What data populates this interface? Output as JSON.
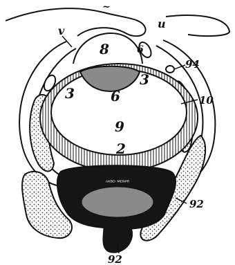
{
  "labels": {
    "l_top": "~",
    "l_v_left": "v",
    "l_u_right": "u",
    "l_8": "8",
    "l_6_small": "6",
    "l_94": "94",
    "l_3_left": "3",
    "l_6_center": "6",
    "l_3_right": "3",
    "l_10": "10",
    "l_9": "9",
    "l_2": "2",
    "l_92_right": "92",
    "l_92_bottom": "92"
  },
  "band_text": "ᴬᴷᴮᴰ ᴹᴱᴺᴾᴿ",
  "colors": {
    "ink": "#111111",
    "dark_mass": "#151515",
    "gray_mass": "#8a8a8a",
    "stipple": "#333333",
    "paper": "#ffffff"
  }
}
